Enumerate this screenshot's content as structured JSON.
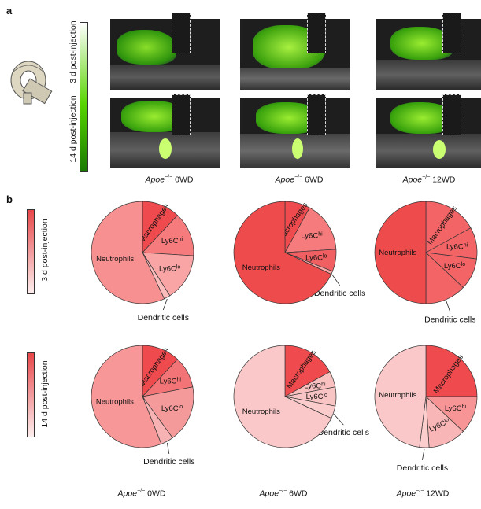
{
  "panel_a": {
    "letter": "a",
    "row_labels": [
      "3 d post-injection",
      "14 d post-injection"
    ],
    "columns": [
      {
        "prefix": "Apoe",
        "sup": "−/−",
        "suffix": " 0WD"
      },
      {
        "prefix": "Apoe",
        "sup": "−/−",
        "suffix": " 6WD"
      },
      {
        "prefix": "Apoe",
        "sup": "−/−",
        "suffix": " 12WD"
      }
    ],
    "colorbar": {
      "top": "#ffffff",
      "bottom": "#1a7a00",
      "mid": "#58d400"
    }
  },
  "panel_b": {
    "letter": "b",
    "row_labels": [
      "3 d post-injection",
      "14 d post-injection"
    ],
    "columns": [
      {
        "prefix": "Apoe",
        "sup": "−/−",
        "suffix": " 0WD"
      },
      {
        "prefix": "Apoe",
        "sup": "−/−",
        "suffix": " 6WD"
      },
      {
        "prefix": "Apoe",
        "sup": "−/−",
        "suffix": " 12WD"
      }
    ],
    "colorbar": {
      "top": "#e8474a",
      "bottom": "#fdeeee"
    },
    "callout_label": "Dendritic cells"
  },
  "chart_data": [
    {
      "type": "pie",
      "row": "3 d post-injection",
      "column": "0WD",
      "slices": [
        {
          "label": "Macrophages",
          "value": 12,
          "color": "#ef4b4e"
        },
        {
          "label": "Ly6Chi",
          "value": 14,
          "color": "#f67b7c"
        },
        {
          "label": "Ly6Clo",
          "value": 15,
          "color": "#f9a4a5"
        },
        {
          "label": "Dendritic cells",
          "value": 2,
          "color": "#fbbcbc"
        },
        {
          "label": "Neutrophils",
          "value": 57,
          "color": "#f69091"
        }
      ]
    },
    {
      "type": "pie",
      "row": "3 d post-injection",
      "column": "6WD",
      "slices": [
        {
          "label": "Macrophages",
          "value": 8,
          "color": "#ef4b4e"
        },
        {
          "label": "Ly6Chi",
          "value": 16,
          "color": "#f67b7c"
        },
        {
          "label": "Ly6Clo",
          "value": 7,
          "color": "#f05f61"
        },
        {
          "label": "Dendritic cells",
          "value": 1,
          "color": "#f9a6a6"
        },
        {
          "label": "Neutrophils",
          "value": 68,
          "color": "#ee4b4d"
        }
      ]
    },
    {
      "type": "pie",
      "row": "3 d post-injection",
      "column": "12WD",
      "slices": [
        {
          "label": "Macrophages",
          "value": 17,
          "color": "#f26466"
        },
        {
          "label": "Ly6Chi",
          "value": 10,
          "color": "#f26466"
        },
        {
          "label": "Ly6Clo",
          "value": 10,
          "color": "#f26466"
        },
        {
          "label": "Dendritic cells",
          "value": 13,
          "color": "#f26466"
        },
        {
          "label": "Neutrophils",
          "value": 50,
          "color": "#ee4b4d"
        }
      ]
    },
    {
      "type": "pie",
      "row": "14 d post-injection",
      "column": "0WD",
      "slices": [
        {
          "label": "Macrophages",
          "value": 12,
          "color": "#ef4b4e"
        },
        {
          "label": "Ly6Chi",
          "value": 10,
          "color": "#f37476"
        },
        {
          "label": "Ly6Clo",
          "value": 18,
          "color": "#f59a9a"
        },
        {
          "label": "Dendritic cells",
          "value": 4,
          "color": "#f7b3b3"
        },
        {
          "label": "Neutrophils",
          "value": 56,
          "color": "#f79798"
        }
      ]
    },
    {
      "type": "pie",
      "row": "14 d post-injection",
      "column": "6WD",
      "slices": [
        {
          "label": "Macrophages",
          "value": 17,
          "color": "#ef4b4e"
        },
        {
          "label": "Ly6Chi",
          "value": 5,
          "color": "#f9c0c0"
        },
        {
          "label": "Ly6Clo",
          "value": 6,
          "color": "#f9c4c4"
        },
        {
          "label": "Dendritic cells",
          "value": 4,
          "color": "#fbcccc"
        },
        {
          "label": "Neutrophils",
          "value": 68,
          "color": "#fac8c8"
        }
      ]
    },
    {
      "type": "pie",
      "row": "14 d post-injection",
      "column": "12WD",
      "slices": [
        {
          "label": "Macrophages",
          "value": 25,
          "color": "#ef4b4e"
        },
        {
          "label": "Ly6Chi",
          "value": 12,
          "color": "#f79596"
        },
        {
          "label": "Ly6Clo",
          "value": 12,
          "color": "#f9b6b6"
        },
        {
          "label": "Dendritic cells",
          "value": 3,
          "color": "#fbcdcd"
        },
        {
          "label": "Neutrophils",
          "value": 48,
          "color": "#fac8c8"
        }
      ]
    }
  ]
}
